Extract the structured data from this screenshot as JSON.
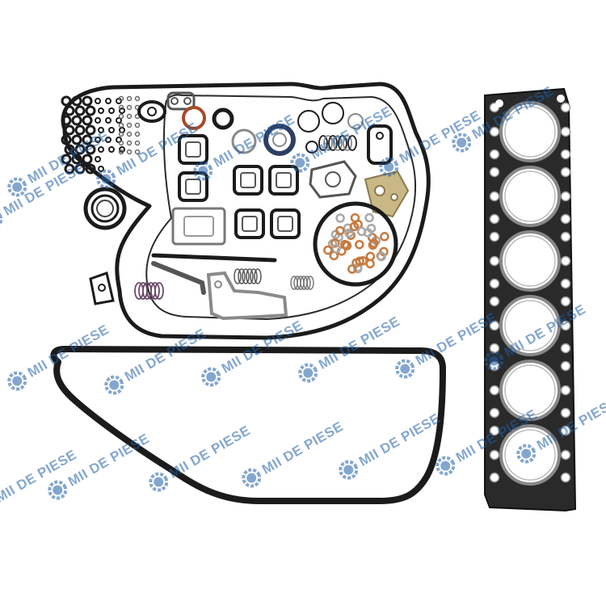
{
  "image": {
    "subject": "engine-gasket-kit",
    "background": "#ffffff"
  },
  "watermark": {
    "text": "MII DE PIESE",
    "logo": "gear-m-logo-icon",
    "color": "#1f5fa8"
  },
  "colors": {
    "gasket_black": "#1b1b1b",
    "copper": "#c7793e",
    "brass": "#c9b785",
    "gray_metal": "#8a8a8a",
    "steel": "#a9a9a9",
    "dark_blue_seal": "#2d3f63",
    "rust_red": "#a54a2a"
  },
  "parts": [
    {
      "name": "timing-cover-gasket",
      "kind": "gasket-outline"
    },
    {
      "name": "oil-pan-gasket",
      "kind": "rubber-loop"
    },
    {
      "name": "cylinder-head-gasket",
      "kind": "multi-layer-steel",
      "cylinders": 6
    },
    {
      "name": "o-ring-set",
      "kind": "o-rings"
    },
    {
      "name": "exhaust-manifold-gaskets",
      "kind": "metal-gaskets"
    },
    {
      "name": "copper-washer-set",
      "kind": "washers"
    },
    {
      "name": "valve-stem-seals",
      "kind": "seals"
    }
  ]
}
